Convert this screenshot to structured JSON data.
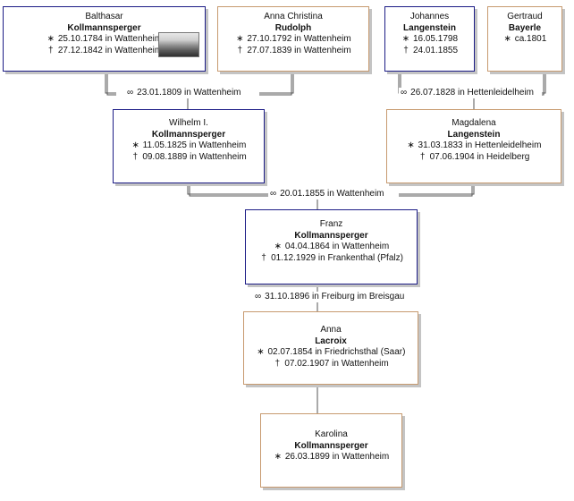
{
  "symbols": {
    "birth": "∗",
    "death": "†",
    "marriage": "∞"
  },
  "persons": {
    "balthasar": {
      "given": "Balthasar",
      "surname": "Kollmannsperger",
      "birth": "25.10.1784 in Wattenheim",
      "death": "27.12.1842 in Wattenheim"
    },
    "anna_christina": {
      "given": "Anna Christina",
      "surname": "Rudolph",
      "birth": "27.10.1792 in Wattenheim",
      "death": "27.07.1839 in Wattenheim"
    },
    "johannes": {
      "given": "Johannes",
      "surname": "Langenstein",
      "birth": "16.05.1798",
      "death": "24.01.1855"
    },
    "gertraud": {
      "given": "Gertraud",
      "surname": "Bayerle",
      "birth": "ca.1801"
    },
    "wilhelm": {
      "given": "Wilhelm I.",
      "surname": "Kollmannsperger",
      "birth": "11.05.1825 in Wattenheim",
      "death": "09.08.1889 in Wattenheim"
    },
    "magdalena": {
      "given": "Magdalena",
      "surname": "Langenstein",
      "birth": "31.03.1833 in Hettenleidelheim",
      "death": "07.06.1904 in Heidelberg"
    },
    "franz": {
      "given": "Franz",
      "surname": "Kollmannsperger",
      "birth": "04.04.1864 in Wattenheim",
      "death": "01.12.1929 in Frankenthal (Pfalz)"
    },
    "anna": {
      "given": "Anna",
      "surname": "Lacroix",
      "birth": "02.07.1854 in Friedrichsthal (Saar)",
      "death": "07.02.1907 in Wattenheim"
    },
    "karolina": {
      "given": "Karolina",
      "surname": "Kollmannsperger",
      "birth": "26.03.1899 in Wattenheim"
    }
  },
  "marriages": {
    "m1": "23.01.1809 in Wattenheim",
    "m2": "26.07.1828 in Hettenleidelheim",
    "m3": "20.01.1855 in Wattenheim",
    "m4": "31.10.1896 in Freiburg im Breisgau"
  }
}
